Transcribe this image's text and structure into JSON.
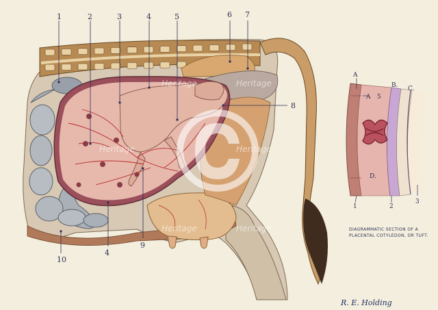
{
  "main_labels": {
    "l1": "1",
    "l2": "2",
    "l3": "3",
    "l4_top": "4",
    "l5": "5",
    "l6": "6",
    "l7": "7",
    "l8": "8",
    "l9": "9",
    "l4_bottom": "4",
    "l10": "10"
  },
  "inset": {
    "top_labels": [
      "A",
      "A",
      "5",
      "B.",
      "C."
    ],
    "inner_labels": [
      "D."
    ],
    "bottom_labels": [
      "1",
      "2",
      "3"
    ],
    "caption_line1": "DIAGRAMMATIC SECTION OF A",
    "caption_line2": "PLACENTAL COTYLEDON, OR TUFT."
  },
  "signature": "R. E. Holding",
  "watermark": "Heritage",
  "colors": {
    "background": "#f3eedd",
    "label_ink": "#2c2e55",
    "uterus_pink": "#e6b7ad",
    "flesh": "#d9a77e",
    "intestine_grey": "#a9adb4",
    "vessel_red": "#b5282a"
  }
}
